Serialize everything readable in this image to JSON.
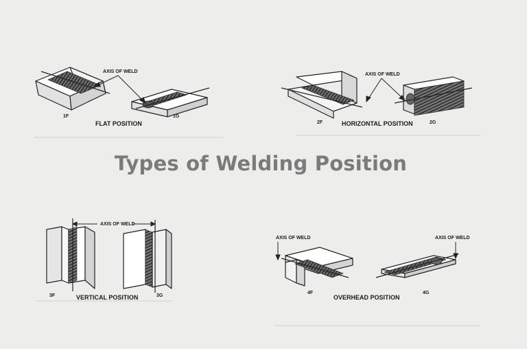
{
  "title": "Types of Welding Position",
  "flat": {
    "position": "FLAT POSITION",
    "axis": "AXIS OF WELD",
    "left": "1F",
    "right": "1G"
  },
  "horizontal": {
    "position": "HORIZONTAL POSITION",
    "axis": "AXIS OF WELD",
    "left": "2F",
    "right": "2G"
  },
  "vertical": {
    "position": "VERTICAL POSITION",
    "axis": "AXIS OF WELD",
    "left": "3F",
    "right": "3G"
  },
  "overhead": {
    "position": "OVERHEAD POSITION",
    "axis_left": "AXIS OF WELD",
    "axis_right": "AXIS OF WELD",
    "left": "4F",
    "right": "4G"
  }
}
